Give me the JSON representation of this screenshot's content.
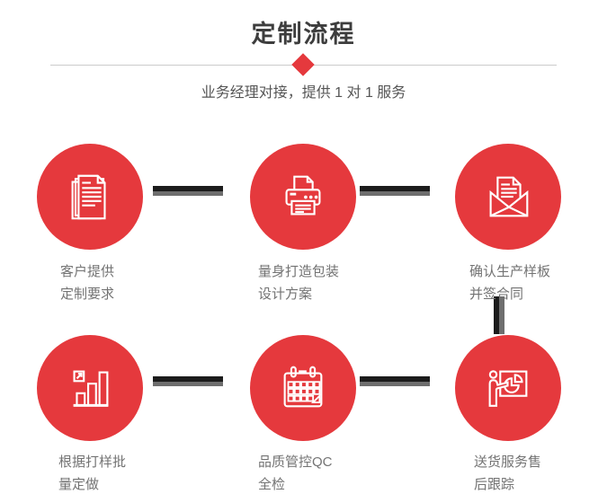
{
  "header": {
    "title": "定制流程",
    "subtitle": "业务经理对接，提供 1 对 1 服务"
  },
  "steps": [
    {
      "icon": "stacked-documents-icon",
      "label_line1": "客户提供",
      "label_line2": "定制要求"
    },
    {
      "icon": "printer-icon",
      "label_line1": "量身打造包装",
      "label_line2": "设计方案"
    },
    {
      "icon": "envelope-letter-icon",
      "label_line1": "确认生产样板",
      "label_line2": "并签合同"
    },
    {
      "icon": "bar-chart-icon",
      "label_line1": "根据打样批",
      "label_line2": "量定做"
    },
    {
      "icon": "calendar-icon",
      "label_line1": "品质管控QC",
      "label_line2": "全检"
    },
    {
      "icon": "presentation-icon",
      "label_line1": "送货服务售",
      "label_line2": "后跟踪"
    }
  ],
  "colors": {
    "accent_red": "#E5393D",
    "title_text": "#3D3D3D",
    "subtitle_text": "#555555",
    "label_text": "#737373",
    "divider_line": "#CCCCCC",
    "connector_dark": "#1C1C1C",
    "connector_gray": "#6E6E6E",
    "icon_stroke": "#FFFFFF",
    "background": "#FFFFFF"
  }
}
